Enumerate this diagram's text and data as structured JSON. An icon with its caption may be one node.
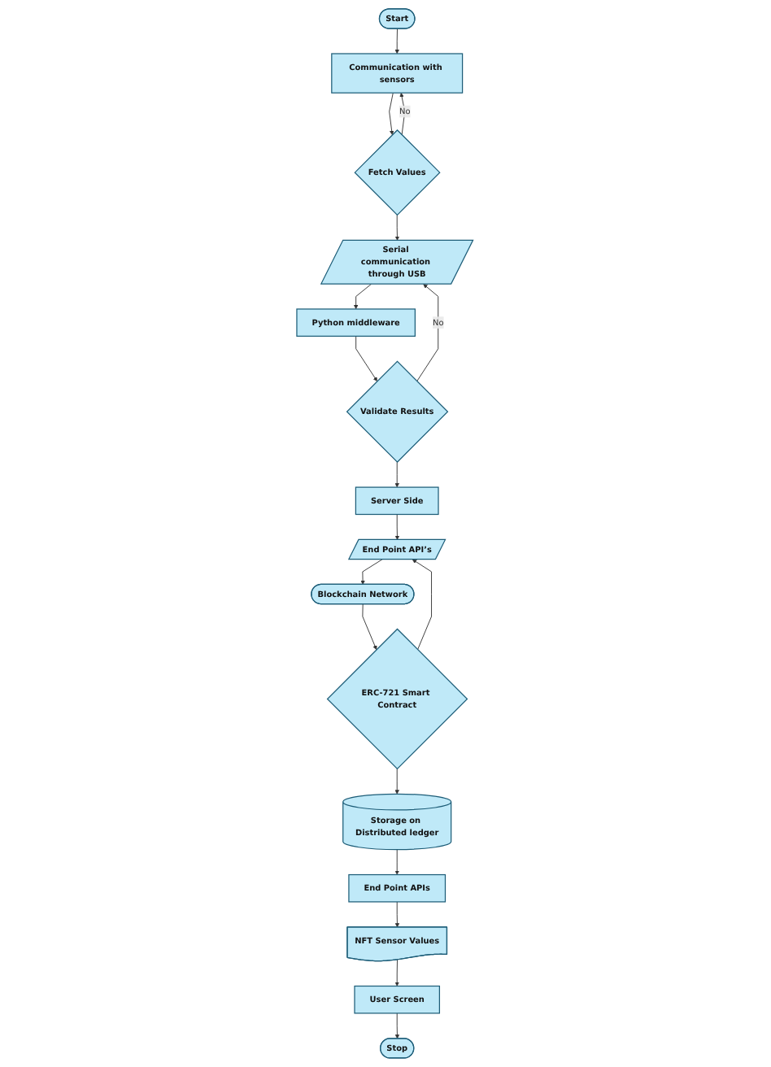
{
  "diagram": {
    "nodes": [
      {
        "text": [
          "Start"
        ]
      },
      {
        "text": [
          "Communication with sensors"
        ]
      },
      {
        "text": [
          "Fetch Values"
        ]
      },
      {
        "text": [
          "Serial communication through USB"
        ]
      },
      {
        "text": [
          "Python middleware"
        ]
      },
      {
        "text": [
          "Validate Results"
        ]
      },
      {
        "text": [
          "Server Side"
        ]
      },
      {
        "text": [
          "End Point API’s"
        ]
      },
      {
        "text": [
          "Blockchain Network"
        ]
      },
      {
        "text": [
          "ERC-721 Smart Contract"
        ]
      },
      {
        "text": [
          "Storage on Distributed ledger"
        ]
      },
      {
        "text": [
          "End Point APIs"
        ]
      },
      {
        "text": [
          "NFT Sensor Values"
        ]
      },
      {
        "text": [
          "User Screen"
        ]
      },
      {
        "text": [
          "Stop"
        ]
      }
    ],
    "edges": [
      {
        "from": 0,
        "to": 1,
        "arrow": "to"
      },
      {
        "from": 1,
        "to": 2,
        "arrow": "to"
      },
      {
        "from": 2,
        "to": 1,
        "arrow": "to",
        "label": "No"
      },
      {
        "from": 2,
        "to": 3,
        "arrow": "to"
      },
      {
        "from": 3,
        "to": 4,
        "arrow": "to"
      },
      {
        "from": 4,
        "to": 5,
        "arrow": "to"
      },
      {
        "from": 5,
        "to": 3,
        "arrow": "to",
        "label": "No"
      },
      {
        "from": 5,
        "to": 6,
        "arrow": "to"
      },
      {
        "from": 6,
        "to": 7,
        "arrow": "to"
      },
      {
        "from": 9,
        "to": 7,
        "arrow": "to"
      },
      {
        "from": 7,
        "to": 8,
        "arrow": "to"
      },
      {
        "from": 8,
        "to": 9,
        "arrow": "to"
      },
      {
        "from": 9,
        "to": 10,
        "arrow": "to"
      },
      {
        "from": 10,
        "to": 11,
        "arrow": "to"
      },
      {
        "from": 11,
        "to": 12,
        "arrow": "to"
      },
      {
        "from": 12,
        "to": 13,
        "arrow": "to"
      },
      {
        "from": 13,
        "to": 14,
        "arrow": "to"
      }
    ]
  }
}
